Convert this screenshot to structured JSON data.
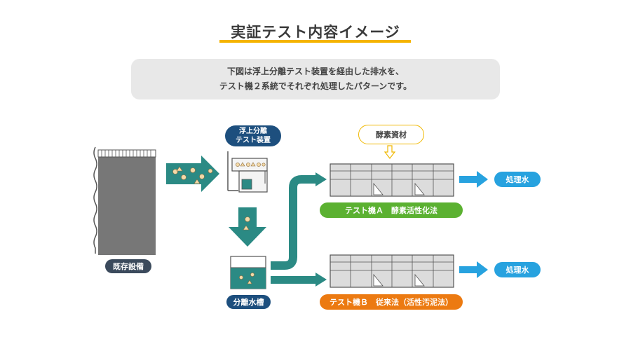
{
  "title": "実証テスト内容イメージ",
  "description": {
    "line1": "下図は浮上分離テスト装置を経由した排水を、",
    "line2": "テスト機２系統でそれぞれ処理したパターンです。"
  },
  "labels": {
    "existing_facility": "既存設備",
    "flotation_unit_line1": "浮上分離",
    "flotation_unit_line2": "テスト装置",
    "separation_tank": "分離水槽",
    "additive": "酵素資材",
    "machine_a": "テスト機Ａ　酵素活性化法",
    "machine_b": "テスト機Ｂ　従来法（活性汚泥法）",
    "treated_water_a": "処理水",
    "treated_water_b": "処理水"
  },
  "colors": {
    "accent_yellow": "#f5b400",
    "navy": "#1d4f7e",
    "teal": "#2b8a84",
    "green": "#5bb131",
    "orange": "#ec7a11",
    "blue": "#27a2df",
    "gray_tank": "#777777"
  }
}
